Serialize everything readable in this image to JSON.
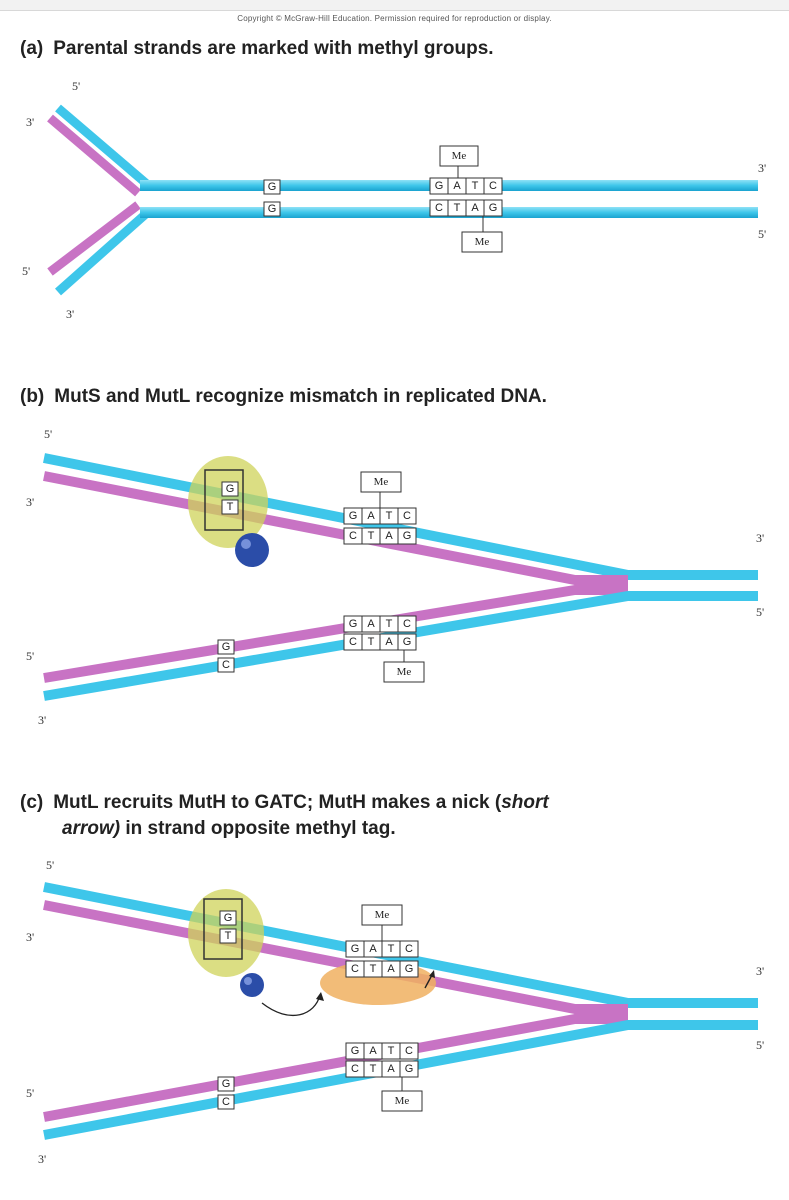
{
  "copyright": "Copyright © McGraw-Hill Education. Permission required for reproduction or display.",
  "panel_a": {
    "label": "(a)",
    "title": "Parental strands are marked with methyl groups.",
    "ends": {
      "top_left_5": "5'",
      "top_left_3": "3'",
      "bot_left_5": "5'",
      "bot_left_3": "3'",
      "right_3": "3'",
      "right_5": "5'"
    },
    "mismatch_top": "G",
    "mismatch_bottom": "G",
    "gatc_top": [
      "G",
      "A",
      "T",
      "C"
    ],
    "gatc_bottom": [
      "C",
      "T",
      "A",
      "G"
    ],
    "methyl_top": "Me",
    "methyl_bottom": "Me"
  },
  "panel_b": {
    "label": "(b)",
    "title": "MutS and MutL recognize mismatch in replicated DNA.",
    "ends": {
      "top_5": "5'",
      "top_3": "3'",
      "bot_5": "5'",
      "bot_3": "3'",
      "right_3": "3'",
      "right_5": "5'"
    },
    "mismatch_top": "G",
    "mismatch_bottom": "T",
    "gatc_top": [
      "G",
      "A",
      "T",
      "C"
    ],
    "gatc_bottom": [
      "C",
      "T",
      "A",
      "G"
    ],
    "methyl_top": "Me",
    "lower_mismatch_top": "G",
    "lower_mismatch_bottom": "C",
    "lower_gatc_top": [
      "G",
      "A",
      "T",
      "C"
    ],
    "lower_gatc_bottom": [
      "C",
      "T",
      "A",
      "G"
    ],
    "lower_methyl": "Me"
  },
  "panel_c": {
    "label": "(c)",
    "title_part1": "MutL recruits MutH to GATC; MutH makes a nick (",
    "title_em1": "short",
    "title_em2": "arrow)",
    "title_part2": " in strand opposite methyl tag.",
    "ends": {
      "top_5": "5'",
      "top_3": "3'",
      "bot_5": "5'",
      "bot_3": "3'",
      "right_3": "3'",
      "right_5": "5'"
    },
    "mismatch_top": "G",
    "mismatch_bottom": "T",
    "gatc_top": [
      "G",
      "A",
      "T",
      "C"
    ],
    "gatc_bottom": [
      "C",
      "T",
      "A",
      "G"
    ],
    "methyl_top": "Me",
    "lower_mismatch_top": "G",
    "lower_mismatch_bottom": "C",
    "lower_gatc_top": [
      "G",
      "A",
      "T",
      "C"
    ],
    "lower_gatc_bottom": [
      "C",
      "T",
      "A",
      "G"
    ],
    "lower_methyl": "Me"
  },
  "colors": {
    "parental_strand": "#3ec6ea",
    "daughter_strand": "#c873c4",
    "muts": "#cfd35a",
    "mutl": "#2b4da8",
    "muth": "#f0b060"
  }
}
